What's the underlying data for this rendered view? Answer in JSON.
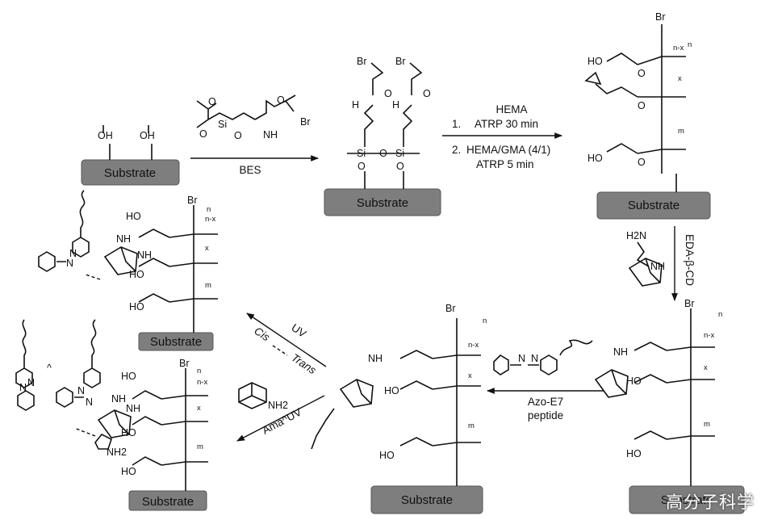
{
  "substrate_label": "Substrate",
  "atoms": {
    "oh": "OH",
    "ho": "HO",
    "br": "Br",
    "o": "O",
    "si": "Si",
    "h": "H",
    "n": "N",
    "nh": "NH",
    "h2n": "H2N",
    "nh2": "NH2",
    "n_minus_x": "n-x",
    "n_sub": "n",
    "x_sub": "x",
    "m_sub": "m"
  },
  "reagents": {
    "bes": "BES",
    "step1": "1.",
    "hema": "HEMA",
    "atrp30": "ATRP 30 min",
    "step2": "2.",
    "hema_gma": "HEMA/GMA (4/1)",
    "atrp5": "ATRP 5 min",
    "eda_cd": "EDA-β-CD",
    "azo_e7": "Azo-E7",
    "peptide": "peptide",
    "uv": "UV",
    "cis": "Cis",
    "trans": "Trans",
    "ama_uv": "Ama^UV",
    "caret": "^"
  },
  "watermark": "高分子科学"
}
